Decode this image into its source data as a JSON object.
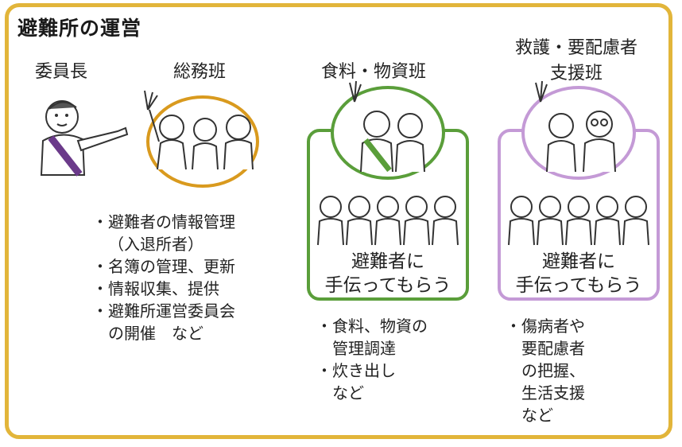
{
  "title": "避難所の運営",
  "chairman": {
    "label": "委員長"
  },
  "general": {
    "label": "総務班",
    "items": [
      [
        "・",
        "避難者の情報管理"
      ],
      [
        "",
        "（入退所者）"
      ],
      [
        "・",
        "名簿の管理、更新"
      ],
      [
        "・",
        "情報収集、提供"
      ],
      [
        "・",
        "避難所運営委員会"
      ],
      [
        "",
        "の開催　など"
      ]
    ]
  },
  "food": {
    "label": "食料・物資班",
    "helper_line1": "避難者に",
    "helper_line2": "手伝ってもらう",
    "items": [
      [
        "・",
        "食料、物資の"
      ],
      [
        "",
        "管理調達"
      ],
      [
        "・",
        "炊き出し"
      ],
      [
        "",
        "など"
      ]
    ]
  },
  "relief": {
    "label_line1": "救護・要配慮者",
    "label_line2": "支援班",
    "helper_line1": "避難者に",
    "helper_line2": "手伝ってもらう",
    "items": [
      [
        "・",
        "傷病者や"
      ],
      [
        "",
        "要配慮者"
      ],
      [
        "",
        "の把握、"
      ],
      [
        "",
        "生活支援"
      ],
      [
        "",
        "など"
      ]
    ]
  },
  "colors": {
    "frame": "#e2b53a",
    "general_ring": "#d99a1e",
    "food_ring": "#5a9e3a",
    "relief_ring": "#c49ad6",
    "sash": "#6b3a8a"
  }
}
